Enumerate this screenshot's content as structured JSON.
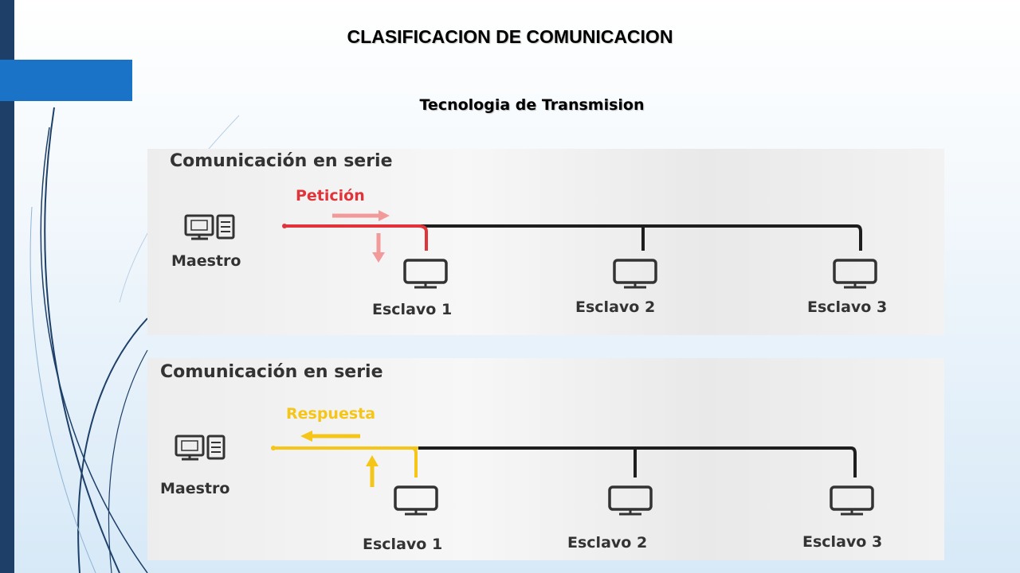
{
  "slide": {
    "title": "CLASIFICACION DE COMUNICACION",
    "subtitle": "Tecnologia de Transmision"
  },
  "diagrams": [
    {
      "heading": "Comunicación en serie",
      "signal_label": "Petición",
      "signal_color": "#e0343a",
      "arrow_color": "#f29a9a",
      "master_label": "Maestro",
      "slaves": [
        "Esclavo 1",
        "Esclavo 2",
        "Esclavo 3"
      ]
    },
    {
      "heading": "Comunicación en serie",
      "signal_label": "Respuesta",
      "signal_color": "#f5c518",
      "arrow_color": "#f5c518",
      "master_label": "Maestro",
      "slaves": [
        "Esclavo 1",
        "Esclavo 2",
        "Esclavo 3"
      ]
    }
  ],
  "colors": {
    "bus_line": "#1e1e1e",
    "sidebar": "#1d3f68",
    "tab": "#1a73c6"
  }
}
